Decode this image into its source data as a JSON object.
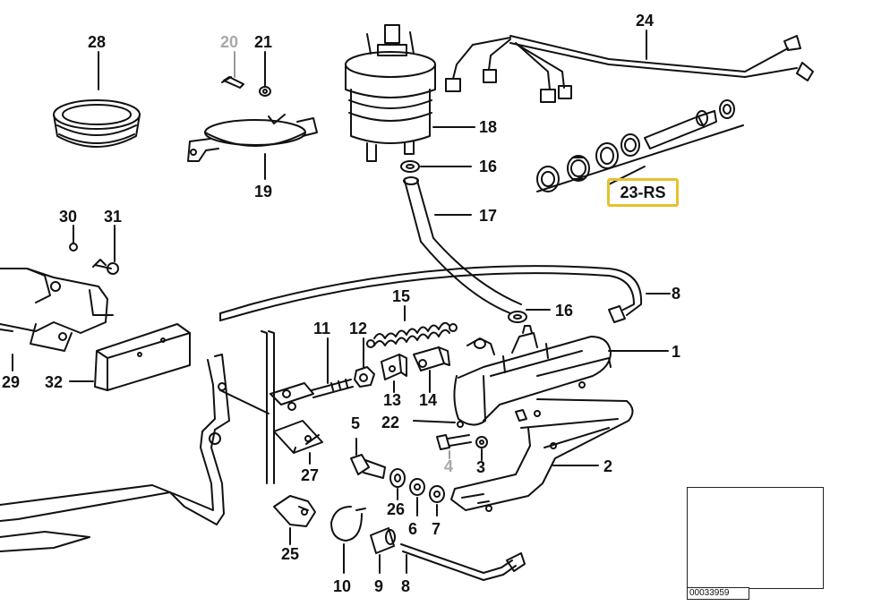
{
  "diagram": {
    "labels": {
      "p1": "1",
      "p2": "2",
      "p3": "3",
      "p4": "4",
      "p5": "5",
      "p6": "6",
      "p7": "7",
      "p8a": "8",
      "p8b": "8",
      "p9": "9",
      "p10": "10",
      "p11": "11",
      "p12": "12",
      "p13": "13",
      "p14": "14",
      "p15": "15",
      "p16a": "16",
      "p16b": "16",
      "p17": "17",
      "p18": "18",
      "p19": "19",
      "p20": "20",
      "p21": "21",
      "p22": "22",
      "p24": "24",
      "p25": "25",
      "p26": "26",
      "p27": "27",
      "p28": "28",
      "p29": "29",
      "p30": "30",
      "p31": "31",
      "p32": "32"
    },
    "highlighted_part": "23-RS",
    "highlight_color": "#e6c12e",
    "inactive_label_color": "#a8a8a8",
    "document_number": "00033959"
  }
}
